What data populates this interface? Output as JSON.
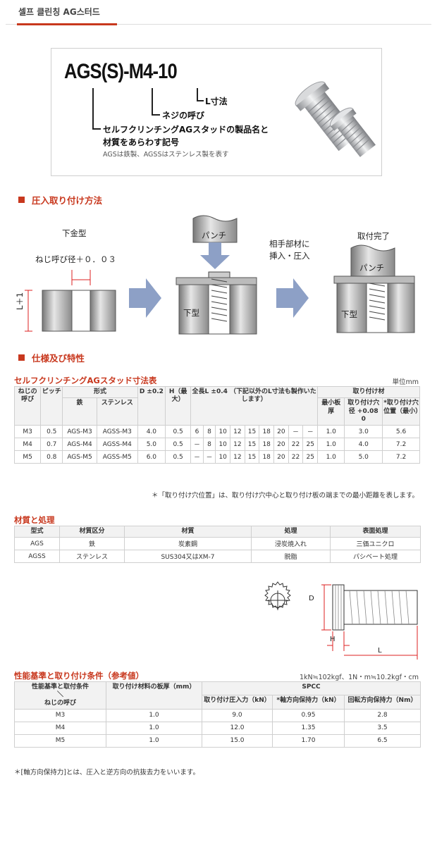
{
  "page": {
    "title": "셀프 클린칭 AG스터드"
  },
  "code": {
    "part_code": "AGS(S)-M4-10",
    "label_length": "L寸法",
    "label_thread": "ネジの呼び",
    "label_product_1": "セルフクリンチングAGスタッドの製品名と",
    "label_product_2": "材質をあらわす記号",
    "note": "AGSは鉄製、AGSSはステンレス製を表す"
  },
  "section1": {
    "heading": "圧入取り付け方法",
    "die_label": "下金型",
    "hole_label": "ねじ呼び径＋０．０３",
    "l_label": "L＋1",
    "punch_label": "パンチ",
    "lower_die_label": "下型",
    "step2_label_1": "相手部材に",
    "step2_label_2": "挿入・圧入",
    "done_label": "取付完了"
  },
  "section2": {
    "heading": "仕様及び特性"
  },
  "dims_table": {
    "title": "セルフクリンチングAGスタッド寸法表",
    "unit": "単位mm",
    "headers": {
      "thread": "ねじの呼び",
      "pitch": "ピッチ",
      "type": "形式",
      "type_iron": "鉄",
      "type_stainless": "ステンレス",
      "d": "D ±0.2",
      "h": "H（最大）",
      "length": "全長L ±0.4 （下記以外のL寸法も製作いたします）",
      "mount": "取り付け材",
      "mount_min_plate": "最小板厚",
      "mount_hole": "取り付け穴径 +0.08 0",
      "mount_hole_pos": "*取り付け穴位置（最小）"
    },
    "rows": [
      {
        "thread": "M3",
        "pitch": "0.5",
        "iron": "AGS-M3",
        "stainless": "AGSS-M3",
        "d": "4.0",
        "h": "0.5",
        "lengths": [
          "6",
          "8",
          "10",
          "12",
          "15",
          "18",
          "20",
          "－",
          "－"
        ],
        "min_plate": "1.0",
        "hole": "3.0",
        "hole_pos": "5.6"
      },
      {
        "thread": "M4",
        "pitch": "0.7",
        "iron": "AGS-M4",
        "stainless": "AGSS-M4",
        "d": "5.0",
        "h": "0.5",
        "lengths": [
          "－",
          "8",
          "10",
          "12",
          "15",
          "18",
          "20",
          "22",
          "25"
        ],
        "min_plate": "1.0",
        "hole": "4.0",
        "hole_pos": "7.2"
      },
      {
        "thread": "M5",
        "pitch": "0.8",
        "iron": "AGS-M5",
        "stainless": "AGSS-M5",
        "d": "6.0",
        "h": "0.5",
        "lengths": [
          "－",
          "－",
          "10",
          "12",
          "15",
          "18",
          "20",
          "22",
          "25"
        ],
        "min_plate": "1.0",
        "hole": "5.0",
        "hole_pos": "7.2"
      }
    ],
    "footnote": "＊「取り付け穴位置」は、取り付け穴中心と取り付け板の端までの最小距離を表します。"
  },
  "material_table": {
    "title": "材質と処理",
    "headers": [
      "型式",
      "材質区分",
      "材質",
      "処理",
      "表面処理"
    ],
    "rows": [
      [
        "AGS",
        "鉄",
        "炭素鋼",
        "浸炭焼入れ",
        "三価ユニクロ"
      ],
      [
        "AGSS",
        "ステンレス",
        "SUS304又はXM-7",
        "脱脂",
        "パシベート処理"
      ]
    ]
  },
  "stud_drawing": {
    "d_label": "D",
    "h_label": "H",
    "l_label": "L"
  },
  "perf_table": {
    "title": "性能基準と取り付け条件（参考値）",
    "unit": "1kN≒102kgf、1N・m≒10.2kgf・cm",
    "headers": {
      "cond_top": "性能基準と取付条件",
      "cond_slash": "＼",
      "cond_bottom": "ねじの呼び",
      "plate": "取り付け材料の板厚（mm）",
      "spcc": "SPCC",
      "press": "取り付け圧入力（kN）",
      "axial": "*軸方向保持力（kN）",
      "rot": "回転方向保持力（Nm）"
    },
    "rows": [
      [
        "M3",
        "1.0",
        "9.0",
        "0.95",
        "2.8"
      ],
      [
        "M4",
        "1.0",
        "12.0",
        "1.35",
        "3.5"
      ],
      [
        "M5",
        "1.0",
        "15.0",
        "1.70",
        "6.5"
      ]
    ],
    "footnote": "＊[軸方向保持力]とは、圧入と逆方向の抗抜去力をいいます。"
  },
  "colors": {
    "accent": "#c8381e",
    "arrow": "#8da0c6",
    "header_bg": "#f2f2f2"
  }
}
